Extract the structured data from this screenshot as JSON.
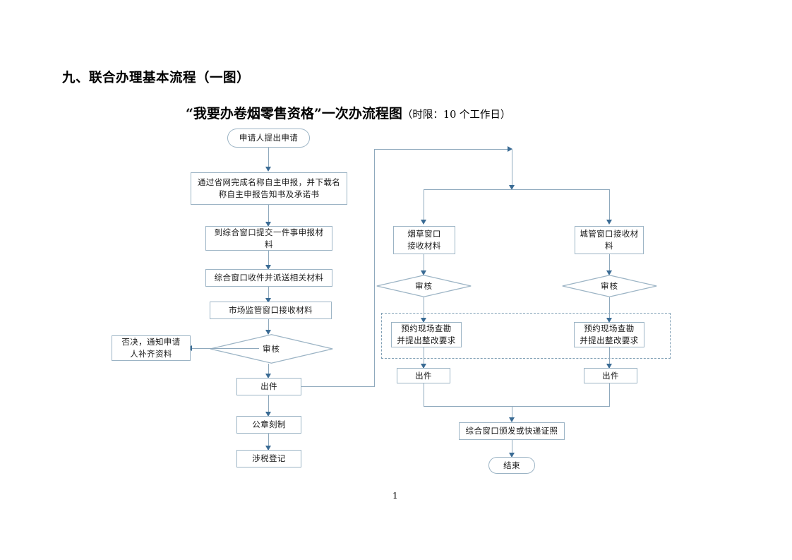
{
  "document": {
    "heading": "九、联合办理基本流程（一图）",
    "subtitle_main": "“我要办卷烟零售资格”一次办流程图",
    "subtitle_limit": "（时限：10 个工作日）",
    "page_number": "1"
  },
  "colors": {
    "node_border": "#9cb4c5",
    "connector": "#8fa9bd",
    "arrow": "#3a6b94",
    "dashed_group": "#7f9fb5",
    "text": "#1a1a1a"
  },
  "flowchart": {
    "type": "flowchart",
    "orientation": "top-down",
    "nodes": [
      {
        "id": "start",
        "shape": "rounded",
        "label": "申请人提出申请"
      },
      {
        "id": "provincial-declaration",
        "shape": "rect",
        "label": "通过省网完成名称自主申报，并下载名\n称自主申报告知书及承诺书"
      },
      {
        "id": "submit-materials",
        "shape": "rect",
        "label": "到综合窗口提交一件事申报材\n料"
      },
      {
        "id": "comprehensive-window-receive",
        "shape": "rect",
        "label": "综合窗口收件并派送相关材料"
      },
      {
        "id": "market-supervision-receive",
        "shape": "rect",
        "label": "市场监管窗口接收材料"
      },
      {
        "id": "review-main",
        "shape": "diamond",
        "label": "审核"
      },
      {
        "id": "reject-notify",
        "shape": "rect",
        "label": "否决，通知申请\n人补齐资料"
      },
      {
        "id": "issue-main",
        "shape": "rect",
        "label": "出件"
      },
      {
        "id": "seal-engraving",
        "shape": "rect",
        "label": "公章刻制"
      },
      {
        "id": "tax-registration",
        "shape": "rect",
        "label": "涉税登记"
      },
      {
        "id": "tobacco-window-receive",
        "shape": "rect",
        "label": "烟草窗口\n接收材料"
      },
      {
        "id": "review-tobacco",
        "shape": "diamond",
        "label": "审核"
      },
      {
        "id": "site-survey-tobacco",
        "shape": "rect",
        "label": "预约现场查勘\n并提出整改要求"
      },
      {
        "id": "issue-tobacco",
        "shape": "rect",
        "label": "出件"
      },
      {
        "id": "urban-window-receive",
        "shape": "rect",
        "label": "城管窗口接收材\n料"
      },
      {
        "id": "review-urban",
        "shape": "diamond",
        "label": "审核"
      },
      {
        "id": "site-survey-urban",
        "shape": "rect",
        "label": "预约现场查勘\n并提出整改要求"
      },
      {
        "id": "issue-urban",
        "shape": "rect",
        "label": "出件"
      },
      {
        "id": "issue-or-courier",
        "shape": "rect",
        "label": "综合窗口颁发或快递证照"
      },
      {
        "id": "end",
        "shape": "rounded",
        "label": "结束"
      }
    ],
    "groups": [
      {
        "id": "joint-site-survey-group",
        "style": "dashed",
        "contains": [
          "site-survey-tobacco",
          "site-survey-urban"
        ]
      }
    ],
    "edges": [
      {
        "from": "start",
        "to": "provincial-declaration"
      },
      {
        "from": "provincial-declaration",
        "to": "submit-materials"
      },
      {
        "from": "submit-materials",
        "to": "comprehensive-window-receive"
      },
      {
        "from": "comprehensive-window-receive",
        "to": "market-supervision-receive"
      },
      {
        "from": "market-supervision-receive",
        "to": "review-main"
      },
      {
        "from": "review-main",
        "to": "reject-notify"
      },
      {
        "from": "review-main",
        "to": "issue-main"
      },
      {
        "from": "issue-main",
        "to": "seal-engraving"
      },
      {
        "from": "seal-engraving",
        "to": "tax-registration"
      },
      {
        "from": "issue-main",
        "to": "branch-junction"
      },
      {
        "from": "branch-junction",
        "to": "tobacco-window-receive"
      },
      {
        "from": "branch-junction",
        "to": "urban-window-receive"
      },
      {
        "from": "tobacco-window-receive",
        "to": "review-tobacco"
      },
      {
        "from": "review-tobacco",
        "to": "site-survey-tobacco"
      },
      {
        "from": "site-survey-tobacco",
        "to": "issue-tobacco"
      },
      {
        "from": "urban-window-receive",
        "to": "review-urban"
      },
      {
        "from": "review-urban",
        "to": "site-survey-urban"
      },
      {
        "from": "site-survey-urban",
        "to": "issue-urban"
      },
      {
        "from": "issue-tobacco",
        "to": "issue-or-courier"
      },
      {
        "from": "issue-urban",
        "to": "issue-or-courier"
      },
      {
        "from": "issue-or-courier",
        "to": "end"
      }
    ],
    "labels": {
      "start": "申请人提出申请",
      "provincial_declaration_line1": "通过省网完成名称自主申报，并下载名",
      "provincial_declaration_line2": "称自主申报告知书及承诺书",
      "submit_materials_line1": "到综合窗口提交一件事申报材",
      "submit_materials_line2": "料",
      "comprehensive_window_receive": "综合窗口收件并派送相关材料",
      "market_supervision_receive": "市场监管窗口接收材料",
      "review_main": "审核",
      "reject_notify_line1": "否决，通知申请",
      "reject_notify_line2": "人补齐资料",
      "issue_main": "出件",
      "seal_engraving": "公章刻制",
      "tax_registration": "涉税登记",
      "tobacco_window_receive_line1": "烟草窗口",
      "tobacco_window_receive_line2": "接收材料",
      "review_tobacco": "审核",
      "site_survey_tobacco_line1": "预约现场查勘",
      "site_survey_tobacco_line2": "并提出整改要求",
      "issue_tobacco": "出件",
      "urban_window_receive_line1": "城管窗口接收材",
      "urban_window_receive_line2": "料",
      "review_urban": "审核",
      "site_survey_urban_line1": "预约现场查勘",
      "site_survey_urban_line2": "并提出整改要求",
      "issue_urban": "出件",
      "issue_or_courier": "综合窗口颁发或快递证照",
      "end": "结束"
    }
  }
}
